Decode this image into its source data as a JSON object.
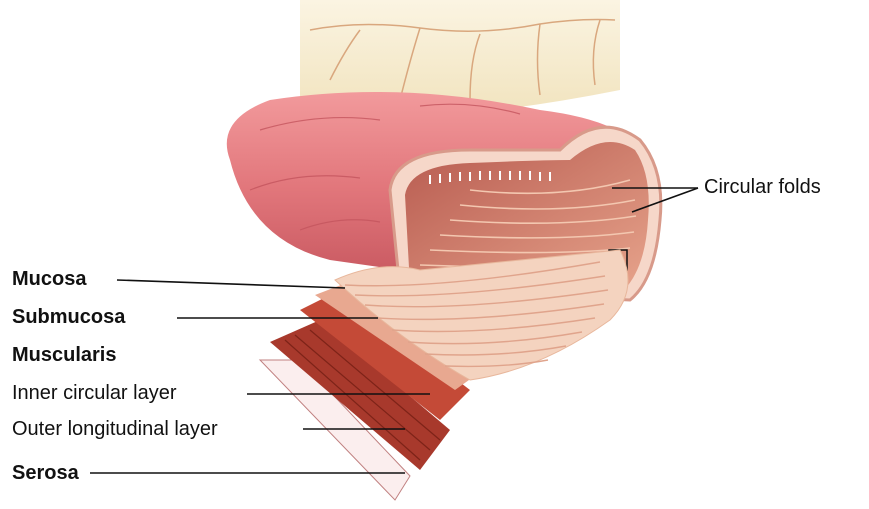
{
  "diagram": {
    "labels": {
      "mucosa": "Mucosa",
      "submucosa": "Submucosa",
      "muscularis": "Muscularis",
      "inner_circular_layer": "Inner circular layer",
      "outer_longitudinal_layer": "Outer longitudinal layer",
      "serosa": "Serosa",
      "circular_folds": "Circular folds"
    },
    "colors": {
      "title_fragment": "#1a1adb",
      "mesentery": "#f3e7c8",
      "outer_wall": "#e2777c",
      "lumen": "#c7685a",
      "fold": "#f1c1a8",
      "muscle": "#a8392c",
      "leader_line": "#111111"
    }
  }
}
